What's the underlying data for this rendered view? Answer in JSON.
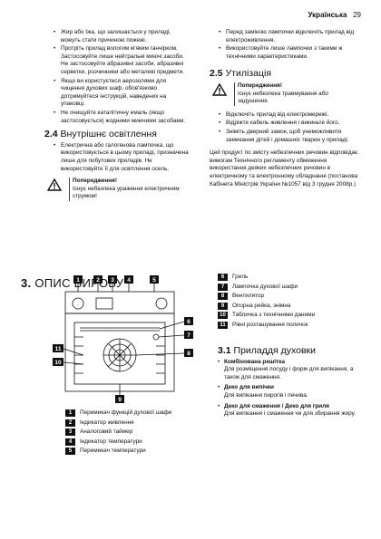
{
  "header": {
    "section": "Українська",
    "page": "29"
  },
  "left_column": {
    "bullets_top": [
      "Жир або їжа, що залишається у приладі, можуть стати причиною пожежі.",
      "Протріть прилад вологим м'яким ганчірком. Застосовуйте лише нейтральні миючі засоби. Не застосовуйте абразивні засоби, абразивні серветки, розчинники або металеві предмети.",
      "Якщо ви користуєтеся аерозолями для чищення духових шаф, обов'язково дотримуйтеся інструкцій, наведених на упаковці.",
      "Не очищуйте каталітичну емаль (якщо застосовується) жодними миючими засобами."
    ],
    "section_2_4": {
      "number": "2.4",
      "title": "Внутрішнє освітлення"
    },
    "bullets_2_4": [
      "Електрична або галогенова лампочка, що використовується в цьому приладі, призначена лише для побутових приладів. Не використовуйте її для освітлення осель."
    ],
    "warning": {
      "title": "Попередження!",
      "text": "Існує небезпека ураження електричним струмом!"
    }
  },
  "right_column": {
    "bullets_top": [
      "Перед заміною лампочки відключіть прилад від електроживлення.",
      "Використовуйте лише лампочки з такими ж технічними характеристиками."
    ],
    "section_2_5": {
      "number": "2.5",
      "title": "Утилізація"
    },
    "warning": {
      "title": "Попередження!",
      "text": "Існує небезпека травмування або задушення."
    },
    "bullets_2_5": [
      "Відключіть прилад від електромережі.",
      "Відріжте кабель живлення і викиньте його.",
      "Зніміть дверний замок, щоб унеможливити замикання дітей і домашніх тварин у приладі."
    ],
    "compliance": "Цей продукт по змісту небезпечних речовин відповідає вимогам Технічного регламенту обмеження використання деяких небезпечних речовин в електричному та електронному обладнанні (постанова Кабінета Міністрів України №1057 від 3 грудня 2008р.)"
  },
  "section_3": {
    "number": "3.",
    "title": "ОПИС ВИРОБУ"
  },
  "diagram": {
    "callouts": [
      "1",
      "2",
      "3",
      "4",
      "5",
      "6",
      "7",
      "8",
      "9",
      "10",
      "11"
    ],
    "knob_symbol": "◻ ◌ ◌"
  },
  "legend_left": [
    {
      "num": "1",
      "label": "Перемикач функцій духової шафи"
    },
    {
      "num": "2",
      "label": "Індикатор живлення"
    },
    {
      "num": "3",
      "label": "Аналоговий таймер"
    },
    {
      "num": "4",
      "label": "Індикатор температури"
    },
    {
      "num": "5",
      "label": "Перемикач температури"
    }
  ],
  "legend_right": [
    {
      "num": "6",
      "label": "Гриль"
    },
    {
      "num": "7",
      "label": "Лампочка духової шафи"
    },
    {
      "num": "8",
      "label": "Вентилятор"
    },
    {
      "num": "9",
      "label": "Опорна рейка, знімна"
    },
    {
      "num": "10",
      "label": "Табличка з технічними даними"
    },
    {
      "num": "11",
      "label": "Рівні розташування поличок"
    }
  ],
  "section_3_1": {
    "number": "3.1",
    "title": "Приладдя духовки"
  },
  "accessories": [
    {
      "name": "Комбінована решітка",
      "desc": "Для розміщення посуду і форм для випікання, а також для смаження."
    },
    {
      "name": "Деко для випічки",
      "desc": "Для випікання пирогів і печива."
    },
    {
      "name": "Деко для смаження / Деко для гриля",
      "desc": "Для випікання і смаження чи для збирання жиру."
    }
  ],
  "colors": {
    "text": "#111111",
    "badge": "#111111",
    "badge_text": "#ffffff"
  }
}
